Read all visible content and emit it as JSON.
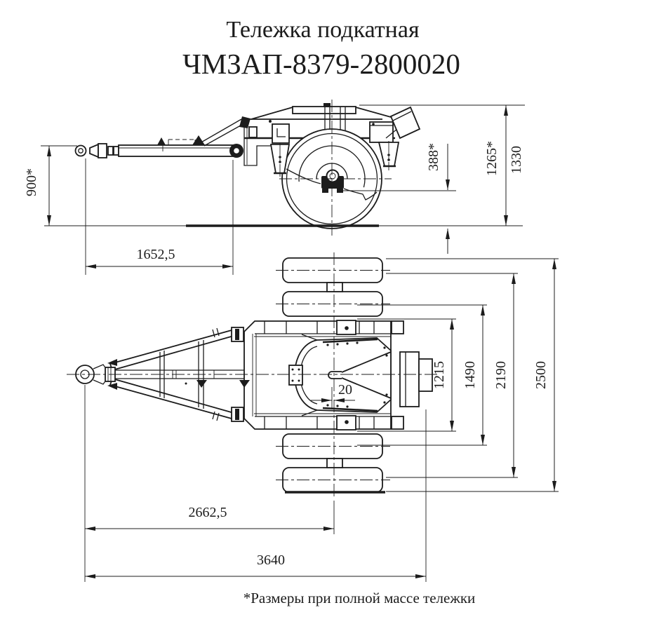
{
  "page": {
    "background": "#ffffff",
    "ink": "#1c1c1c"
  },
  "title": {
    "line1": "Тележка подкатная",
    "line2": "ЧМЗАП-8379-2800020"
  },
  "footnote": "*Размеры при полной массе тележки",
  "side_view": {
    "dimensions": {
      "drawbar_eye_height": "900*",
      "eye_to_frame": "1652,5",
      "platform_height": "388*",
      "height_laden": "1265*",
      "height_overall": "1330"
    }
  },
  "plan_view": {
    "dimensions": {
      "kingpin_offset": "20",
      "spring_centers": "1215",
      "frame_width": "1490",
      "track_width": "2190",
      "overall_width": "2500",
      "eye_to_axle": "2662,5",
      "overall_length": "3640"
    }
  }
}
